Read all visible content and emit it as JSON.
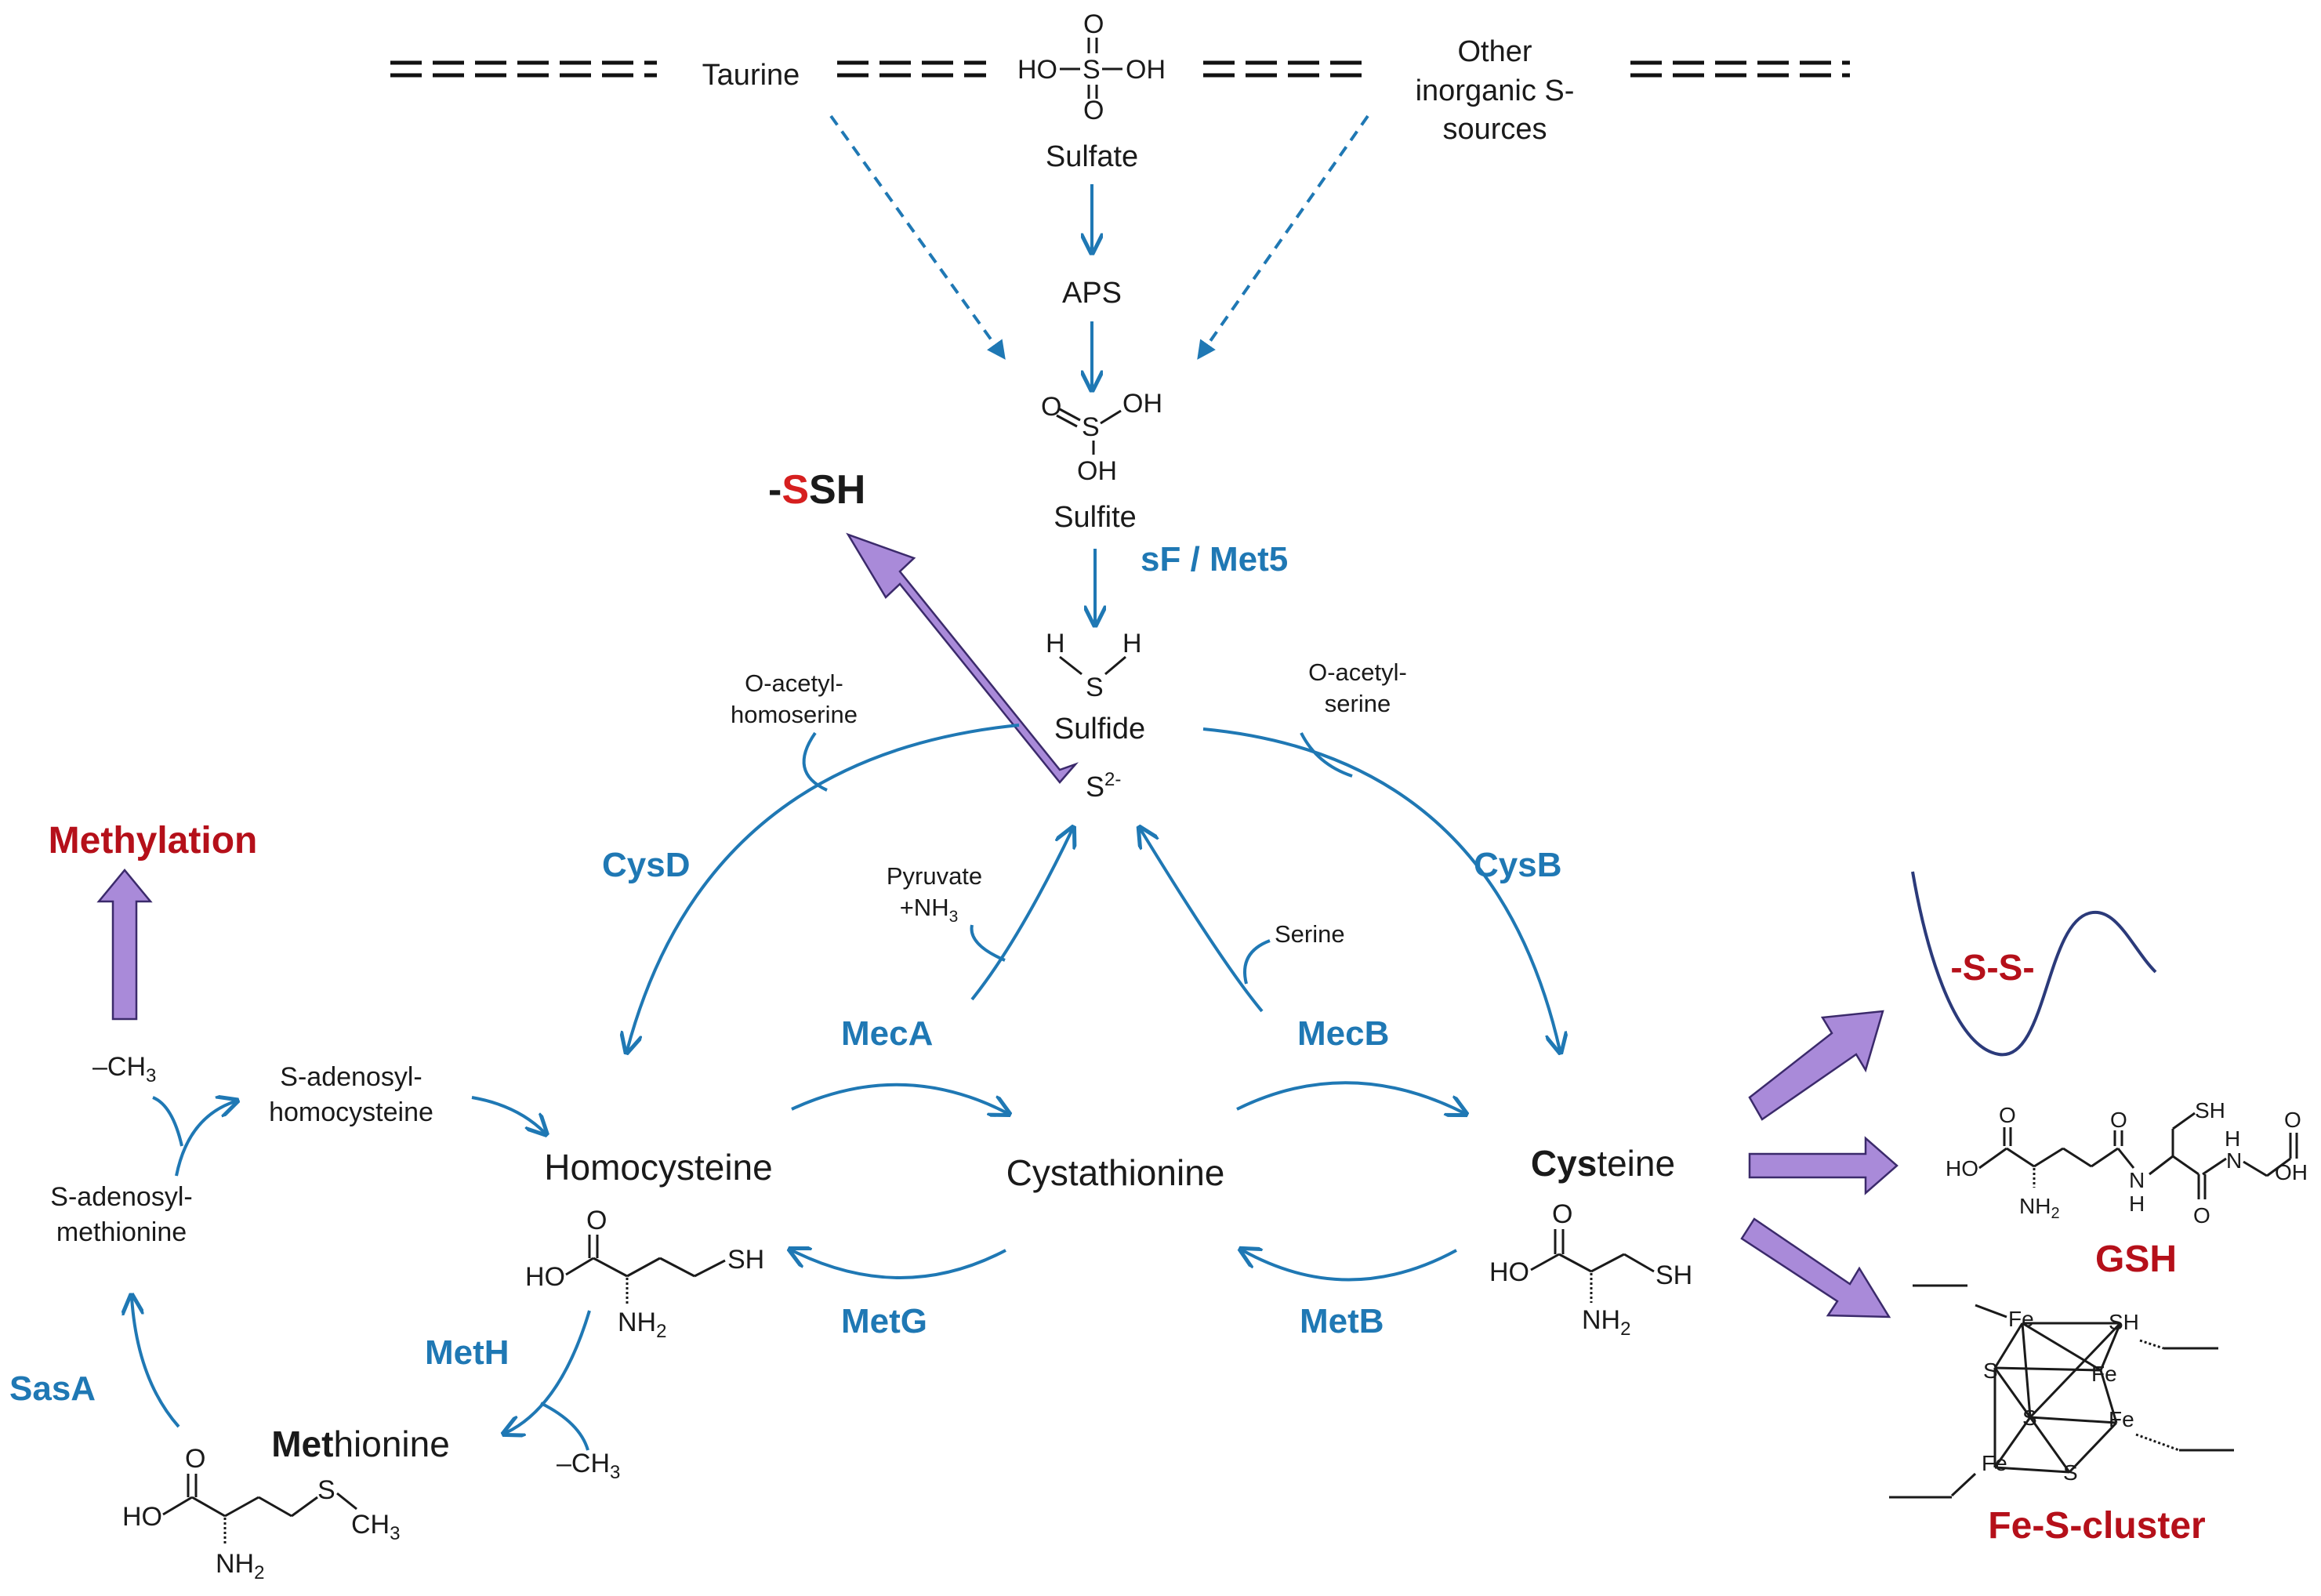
{
  "colors": {
    "enzyme": "#1f78b4",
    "product": "#b5101a",
    "fate_arrow": "#a98ad9",
    "text": "#1a1a1a"
  },
  "sources": {
    "taurine": "Taurine",
    "sulfate_formula": {
      "ho": "HO",
      "s": "S",
      "oh": "OH",
      "o": "O"
    },
    "sulfate": "Sulfate",
    "other_line1": "Other",
    "other_line2": "inorganic S-",
    "other_line3": "sources"
  },
  "intermediates": {
    "aps": "APS",
    "sulfite_formula": {
      "o": "O",
      "s": "S",
      "oh": "OH"
    },
    "sulfite": "Sulfite",
    "sulfide_formula": {
      "h": "H",
      "s": "S"
    },
    "sulfide": "Sulfide",
    "s2_base": "S",
    "s2_sup": "2-"
  },
  "products": {
    "persulfide_dash": "-",
    "persulfide_s": "S",
    "persulfide_sh": "SH",
    "methylation": "Methylation",
    "disulfide": "-S-S-",
    "gsh": "GSH",
    "fes": "Fe-S-cluster"
  },
  "enzymes": {
    "sf_met5": "sF / Met5",
    "cysd": "CysD",
    "cysb": "CysB",
    "meca": "MecA",
    "mecb": "MecB",
    "metg": "MetG",
    "metb": "MetB",
    "meth": "MetH",
    "sasa": "SasA"
  },
  "cosubstrates": {
    "oacetyl_hs_1": "O-acetyl-",
    "oacetyl_hs_2": "homoserine",
    "oacetyl_s_1": "O-acetyl-",
    "oacetyl_s_2": "serine",
    "pyruvate_1": "Pyruvate",
    "pyruvate_2": "+NH",
    "pyruvate_sub": "3",
    "serine": "Serine",
    "ch3_top": "–CH",
    "ch3_top_sub": "3",
    "ch3_bottom": "–CH",
    "ch3_bottom_sub": "3"
  },
  "metabolites": {
    "sah_1": "S-adenosyl-",
    "sah_2": "homocysteine",
    "sam_1": "S-adenosyl-",
    "sam_2": "methionine",
    "homocysteine": "Homocysteine",
    "cystathionine": "Cystathionine",
    "cysteine_bold": "Cys",
    "cysteine_rest": "teine",
    "methionine_bold": "Met",
    "methionine_rest": "hionine"
  },
  "structure_labels": {
    "ho": "HO",
    "o": "O",
    "sh": "SH",
    "nh2": "NH",
    "nh2_sub": "2",
    "s": "S",
    "ch3": "CH",
    "ch3_sub": "3",
    "oh": "OH",
    "n": "N",
    "h": "H",
    "fe": "Fe",
    "fes_s": "S",
    "fes_sh": "SH"
  }
}
